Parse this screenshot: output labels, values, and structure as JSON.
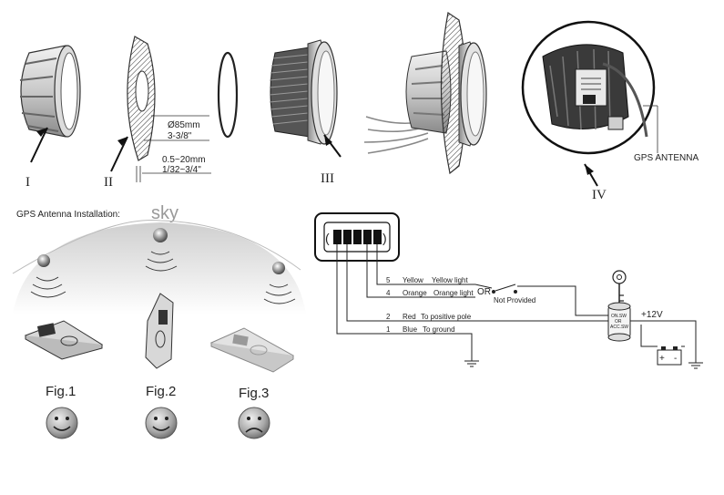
{
  "parts": {
    "part1": "I",
    "part2": "II",
    "part3": "III",
    "part4": "IV"
  },
  "dimensions": {
    "diameter_mm": "Ø85mm",
    "diameter_in": "3-3/8\"",
    "thickness_mm": "0.5~20mm",
    "thickness_in": "1/32~3/4\""
  },
  "antenna_label": "GPS ANTENNA",
  "installation": {
    "title": "GPS  Antenna Installation:",
    "sky": "sky",
    "figures": [
      "Fig.1",
      "Fig.2",
      "Fig.3"
    ]
  },
  "wiring": {
    "wires": [
      {
        "pin": "5",
        "color_name": "Yellow",
        "desc": "Yellow light"
      },
      {
        "pin": "4",
        "color_name": "Orange",
        "desc": "Orange light"
      },
      {
        "pin": "2",
        "color_name": "Red",
        "desc": "To positive pole"
      },
      {
        "pin": "1",
        "color_name": "Blue",
        "desc": "To ground"
      }
    ],
    "or_label": "OR",
    "not_provided": "Not Provided",
    "voltage": "+12V",
    "battery_plus": "+",
    "battery_minus": "-",
    "switch_text": [
      "ON.SW",
      "OR",
      "ACC.SW"
    ]
  }
}
